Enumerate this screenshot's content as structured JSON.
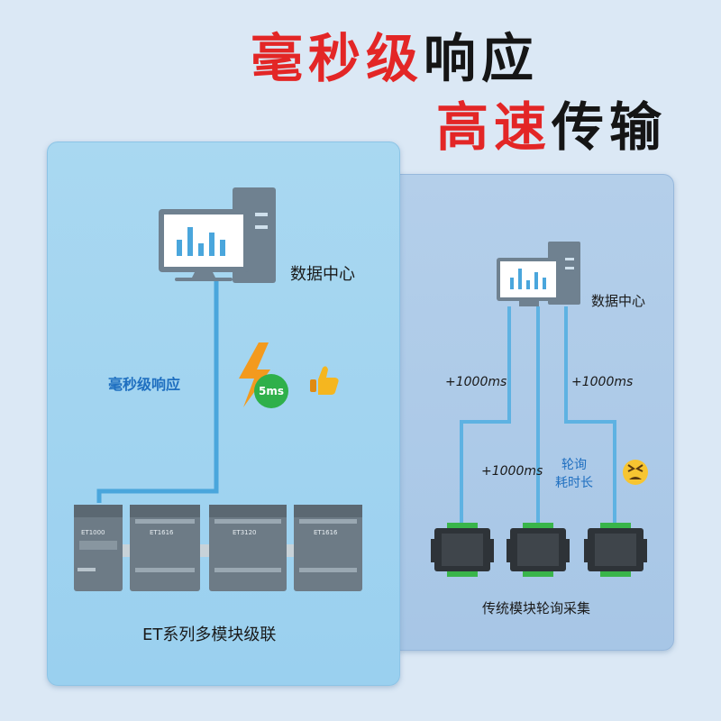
{
  "headline": {
    "line1_red": "毫秒级",
    "line1_dark": "响应",
    "line2_red": "高速",
    "line2_dark": "传输"
  },
  "left_panel": {
    "data_center": "数据中心",
    "response_label": "毫秒级响应",
    "latency_badge": "5ms",
    "icons": [
      "computer-monitor-icon",
      "lightning-icon",
      "thumbs-up-icon"
    ],
    "modules": [
      {
        "model": "ET1000"
      },
      {
        "model": "ET1616"
      },
      {
        "model": "ET3120"
      },
      {
        "model": "ET1616"
      }
    ],
    "caption": "ET系列多模块级联"
  },
  "right_panel": {
    "data_center": "数据中心",
    "delay_1": "+1000ms",
    "delay_2": "+1000ms",
    "delay_3": "+1000ms",
    "polling_line1": "轮询",
    "polling_line2": "耗时长",
    "icons": [
      "computer-monitor-icon",
      "tired-face-icon"
    ],
    "caption": "传统模块轮询采集"
  },
  "colors": {
    "headline_red": "#e32626",
    "wire_blue": "#4aa6dc",
    "badge_green": "#2fb04a",
    "left_panel": "#a9d8f1",
    "right_panel": "#b4cfea"
  }
}
